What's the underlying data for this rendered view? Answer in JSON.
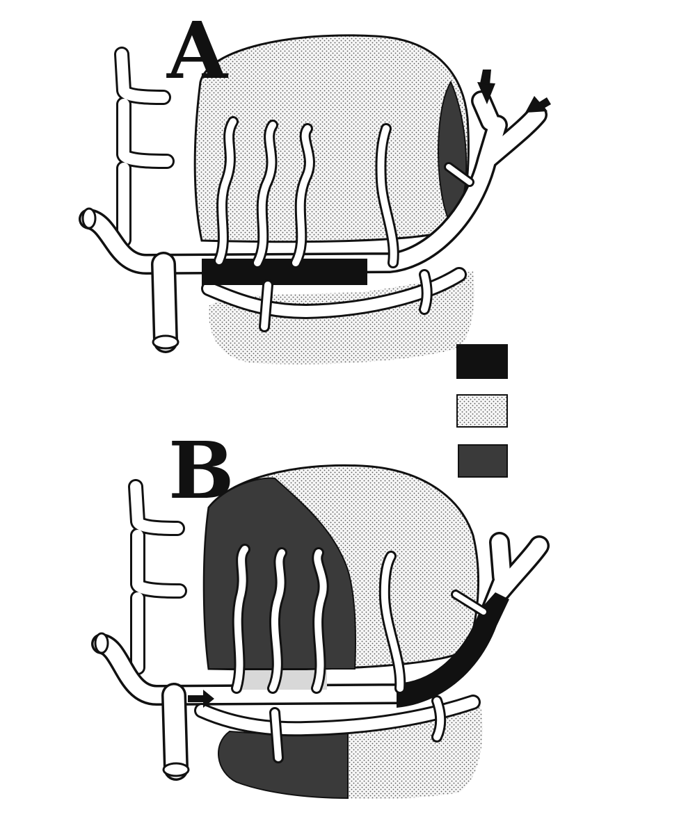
{
  "panels": [
    {
      "id": "A",
      "label": "A"
    },
    {
      "id": "B",
      "label": "B"
    }
  ],
  "legend": [
    {
      "fill": "black",
      "color": "#111111"
    },
    {
      "fill": "stipple",
      "color": "#c9c9c9"
    },
    {
      "fill": "dark-gray",
      "color": "#3a3a3a"
    }
  ],
  "colors": {
    "ink": "#111111",
    "vessel_fill": "#ffffff",
    "stipple_dot": "#555555",
    "stipple_bg": "#f4f4f4",
    "dark_region": "#3a3a3a",
    "light_gray": "#d8d8d8"
  },
  "icons": [
    "arrow-icon",
    "arrow-icon",
    "arrow-icon"
  ]
}
